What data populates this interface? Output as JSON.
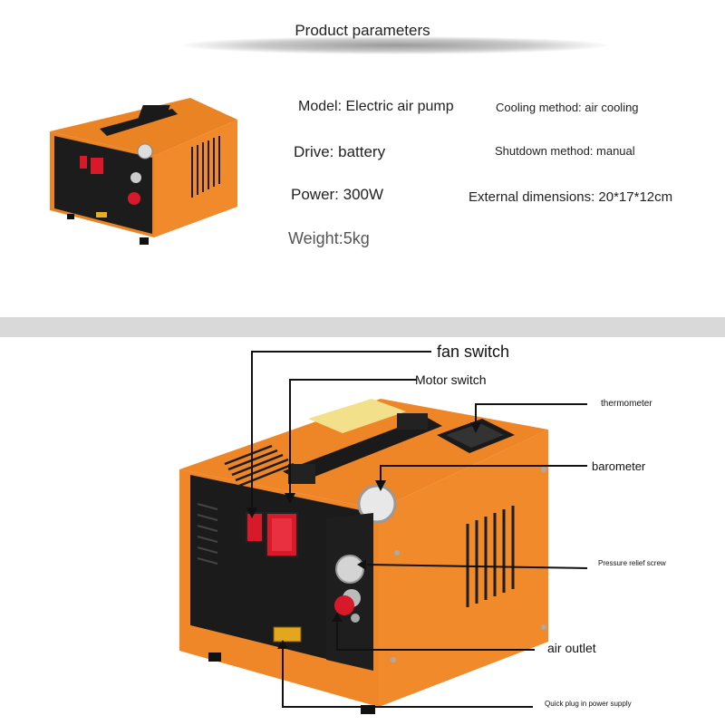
{
  "title": "Product parameters",
  "params": {
    "model": "Model: Electric air pump",
    "cooling": "Cooling method: air cooling",
    "drive": "Drive: battery",
    "shutdown": "Shutdown method: manual",
    "power": "Power: 300W",
    "dimensions": "External dimensions: 20*17*12cm",
    "weight": "Weight:5kg"
  },
  "callouts": {
    "fan_switch": "fan switch",
    "motor_switch": "Motor switch",
    "thermometer": "thermometer",
    "barometer": "barometer",
    "pressure_relief": "Pressure relief screw",
    "air_outlet": "air outlet",
    "quick_plug": "Quick plug in power supply"
  },
  "colors": {
    "body_orange": "#f08a2a",
    "panel_black": "#1c1c1c",
    "switch_red": "#d8192a",
    "band_gray": "#d9d9d9"
  }
}
